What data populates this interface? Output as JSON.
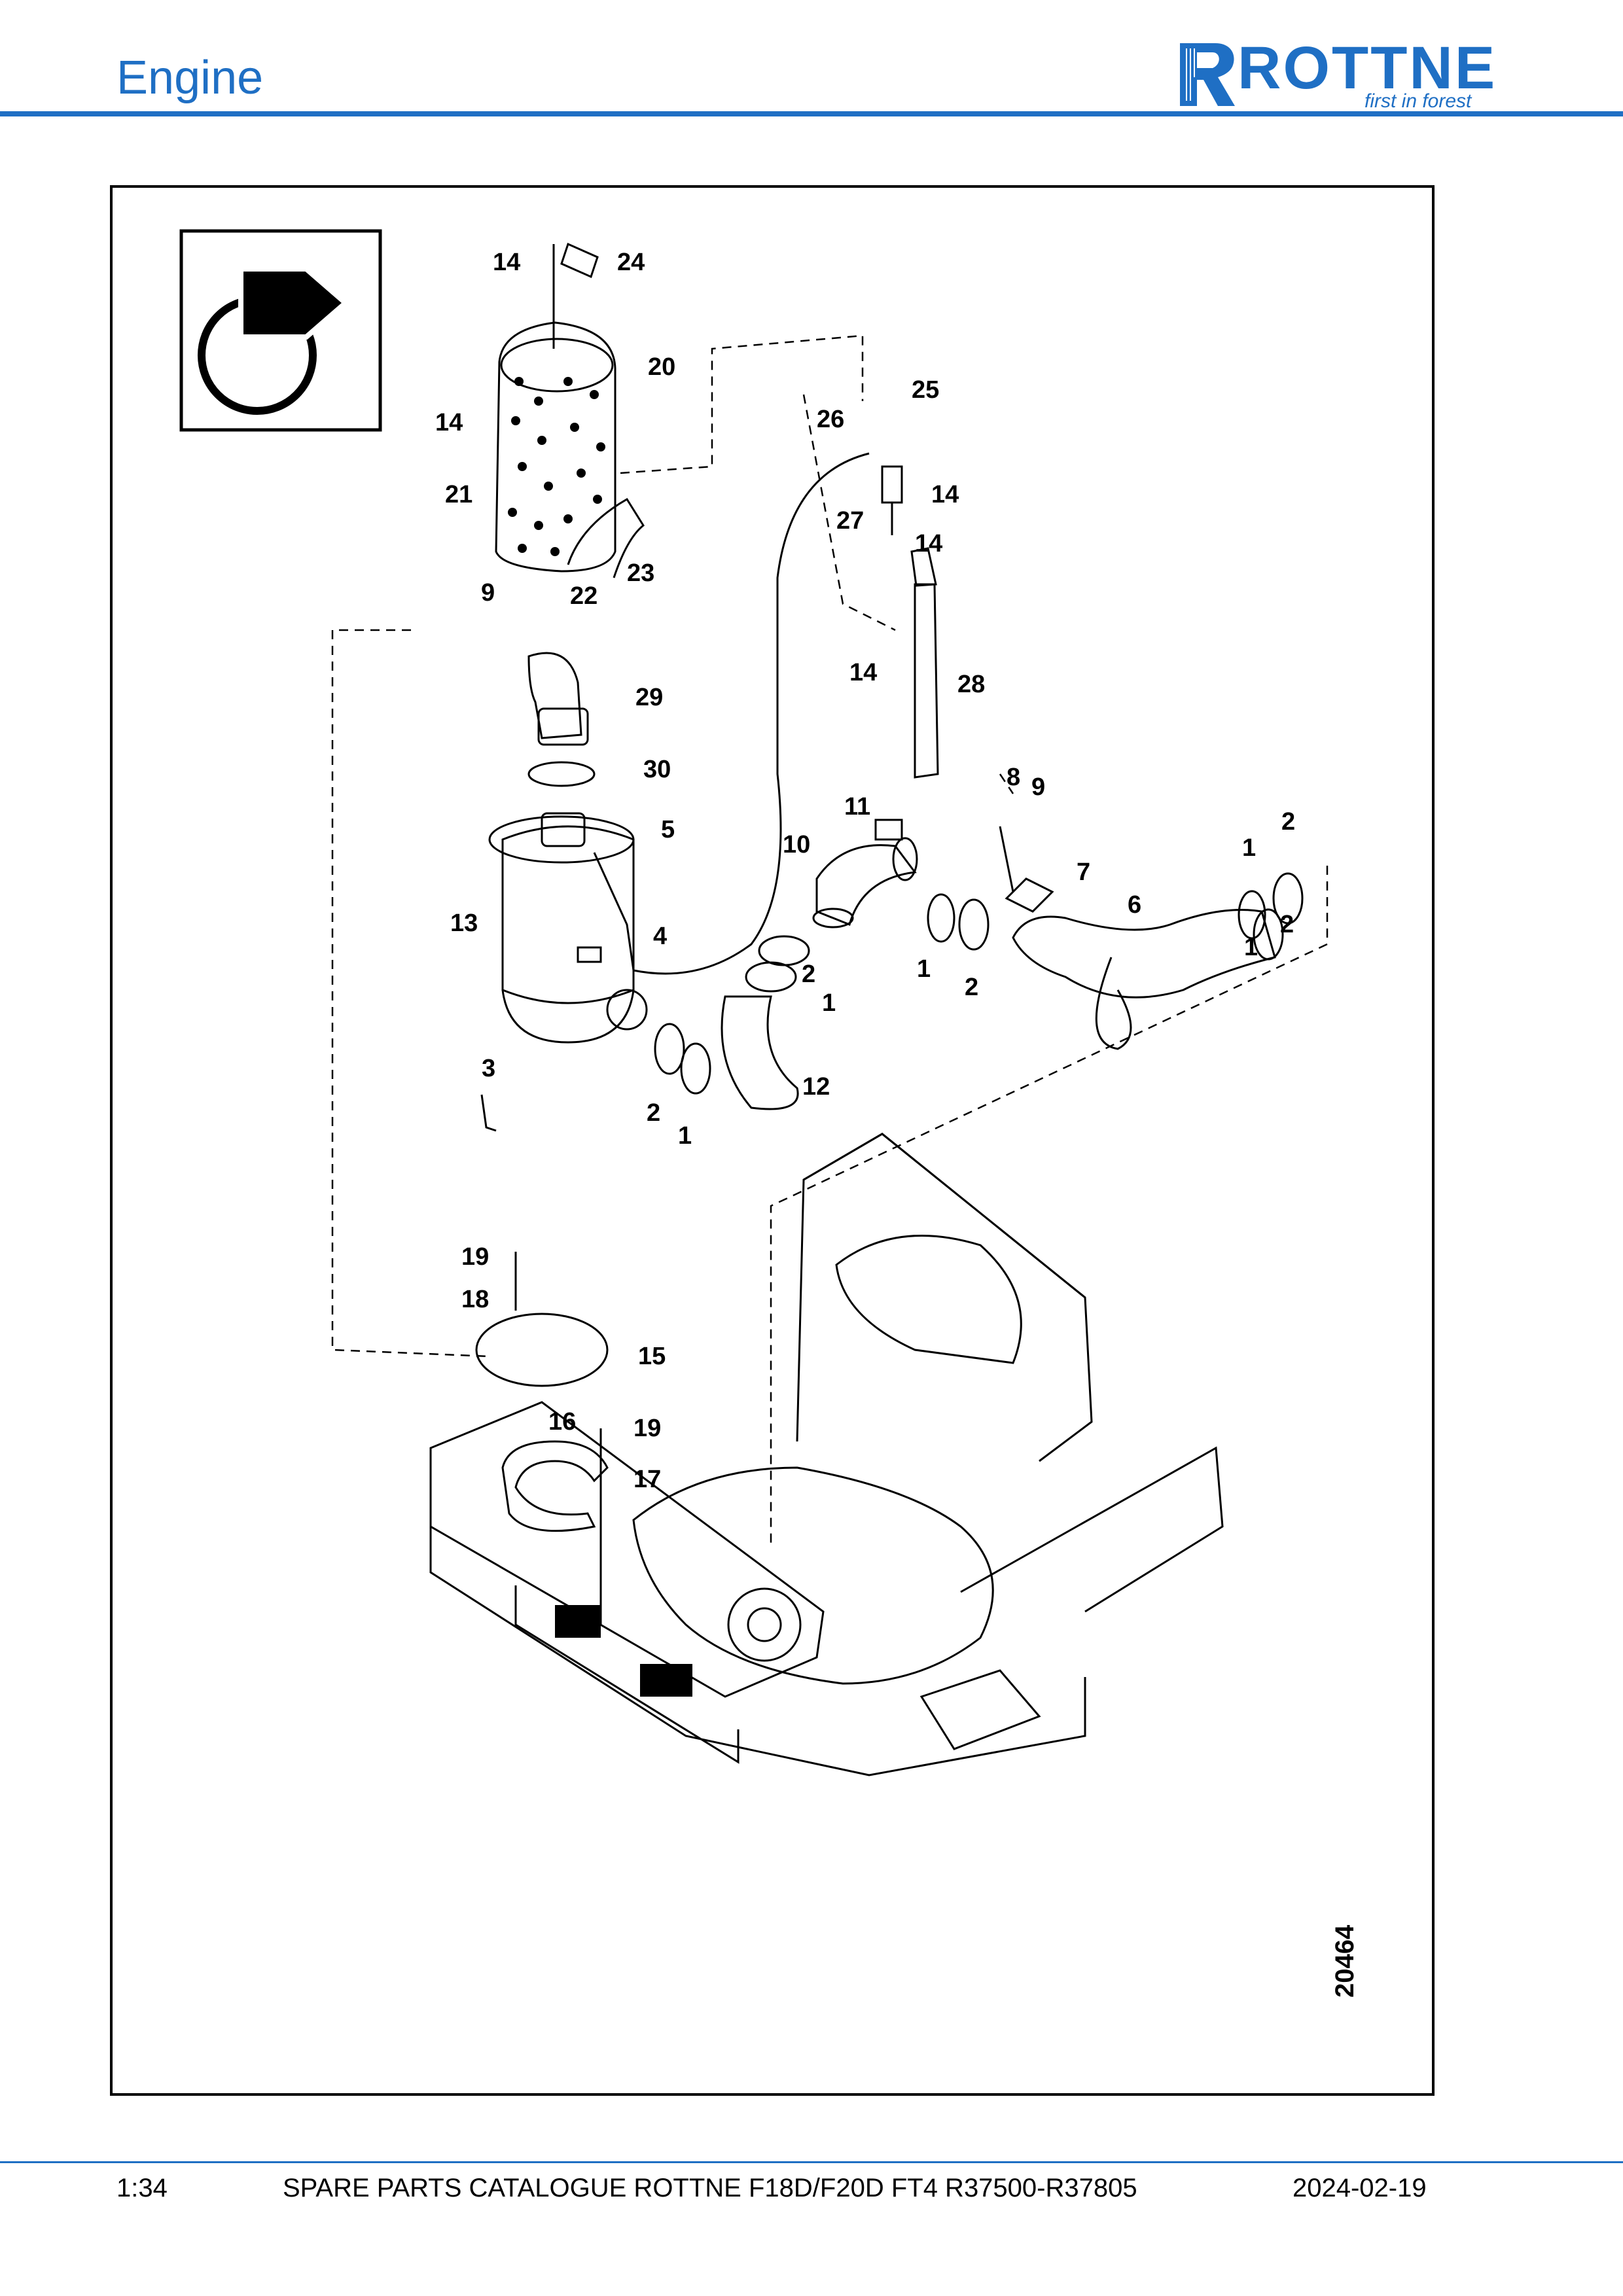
{
  "header": {
    "title": "Engine"
  },
  "logo": {
    "word": "ROTTNE",
    "tagline": "first in forest"
  },
  "drawing": {
    "number": "20464",
    "callouts": [
      "14",
      "24",
      "20",
      "14",
      "21",
      "23",
      "9",
      "22",
      "25",
      "26",
      "14",
      "27",
      "14",
      "28",
      "14",
      "29",
      "30",
      "5",
      "13",
      "4",
      "11",
      "10",
      "8",
      "9",
      "7",
      "6",
      "2",
      "1",
      "2",
      "1",
      "1",
      "2",
      "1",
      "2",
      "12",
      "3",
      "2",
      "1",
      "19",
      "18",
      "15",
      "16",
      "19",
      "17"
    ]
  },
  "footer": {
    "page": "1:34",
    "catalogue": "SPARE PARTS CATALOGUE ROTTNE F18D/F20D FT4 R37500-R37805",
    "date": "2024-02-19"
  }
}
